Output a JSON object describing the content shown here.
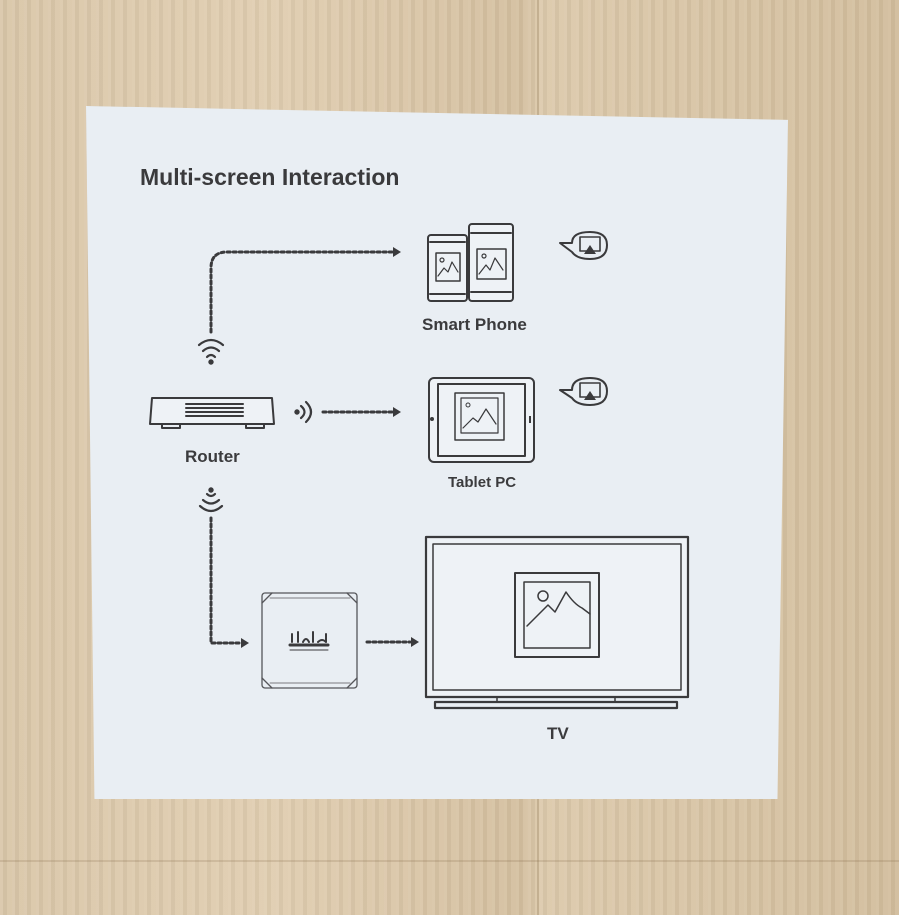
{
  "title": "Multi-screen Interaction",
  "labels": {
    "smart_phone": "Smart Phone",
    "router": "Router",
    "tablet_pc": "Tablet PC",
    "tv": "TV"
  },
  "colors": {
    "paper": "#e9eef3",
    "ink": "#3a3a3c",
    "wood": "#d9c6a8"
  },
  "icons": [
    "wifi-icon",
    "airplay-icon",
    "router-icon",
    "smart-phone-icon",
    "tablet-icon",
    "tv-icon",
    "tv-box-icon",
    "image-icon"
  ]
}
